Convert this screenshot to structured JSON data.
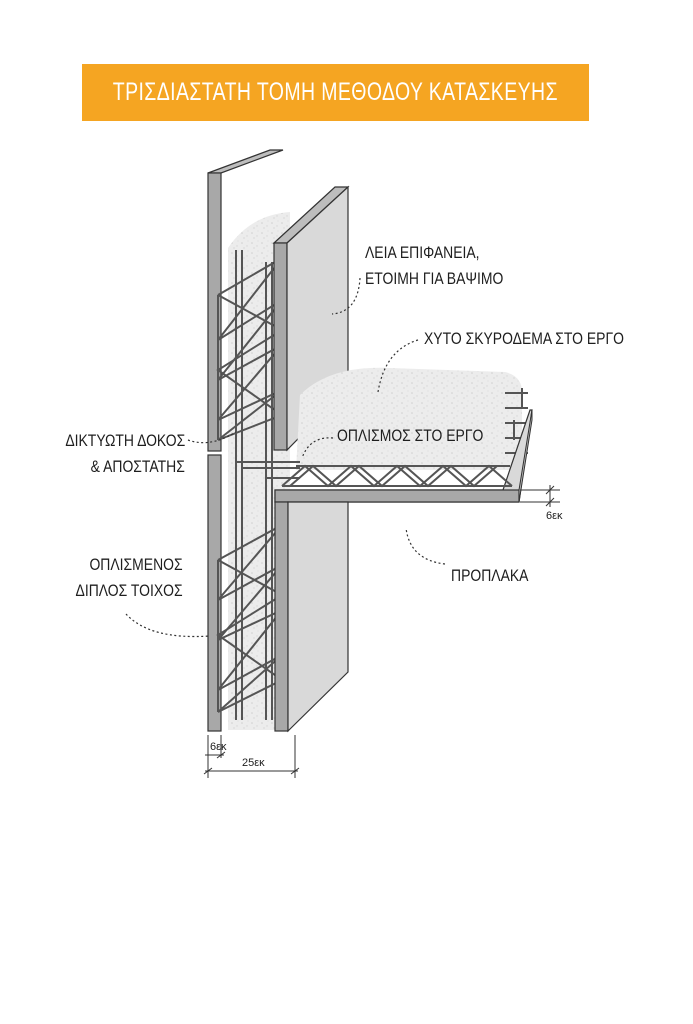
{
  "title": "ΤΡΙΣΔΙΑΣΤΑΤΗ ΤΟΜΗ ΜΕΘΟΔΟΥ ΚΑΤΑΣΚΕΥΗΣ",
  "labels": {
    "smooth_surface_line1": "ΛΕΙΑ ΕΠΙΦΑΝΕΙΑ,",
    "smooth_surface_line2": "ΕΤΟΙΜΗ ΓΙΑ ΒΑΨΙΜΟ",
    "cast_concrete": "ΧΥΤΟ ΣΚΥΡΟΔΕΜΑ ΣΤΟ ΕΡΓΟ",
    "reinforcement": "ΟΠΛΙΣΜΟΣ ΣΤΟ ΕΡΓΟ",
    "lattice_line1": "ΔΙΚΤΥΩΤΗ ΔΟΚΟΣ",
    "lattice_line2": "& ΑΠΟΣΤΑΤΗΣ",
    "wall_line1": "ΟΠΛΙΣΜΕΝΟΣ",
    "wall_line2": "ΔΙΠΛΟΣ ΤΟΙΧΟΣ",
    "precast_slab": "ΠΡΟΠΛΑΚΑ"
  },
  "dimensions": {
    "slab_thickness": "6εκ",
    "wall_skin_thickness": "6εκ",
    "wall_total_thickness": "25εκ"
  },
  "colors": {
    "banner": "#f5a522",
    "panel_face": "#d9d9d9",
    "panel_edge": "#a8a8a8",
    "concrete_fill": "#ececec",
    "outline": "#333333"
  }
}
